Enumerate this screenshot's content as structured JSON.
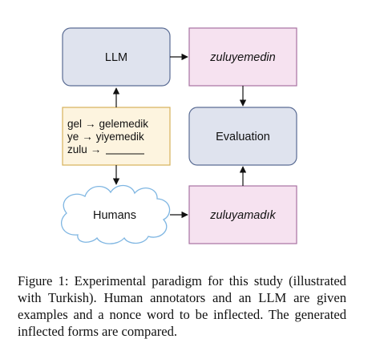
{
  "diagram": {
    "llm_label": "LLM",
    "llm_output": "zuluyemedin",
    "human_output": "zuluyamadık",
    "evaluation_label": "Evaluation",
    "humans_label": "Humans",
    "examples": [
      {
        "source": "gel",
        "target": "gelemedik"
      },
      {
        "source": "ye",
        "target": "yiyemedik"
      },
      {
        "source": "zulu",
        "target": ""
      }
    ],
    "arrow_glyph": "→",
    "colors": {
      "llm_fill": "#dfe3ee",
      "llm_stroke": "#5a6c94",
      "output_fill": "#f6e2f0",
      "output_stroke": "#a872a2",
      "examples_fill": "#fdf4df",
      "examples_stroke": "#d6b15a",
      "cloud_stroke": "#7fb6e2"
    }
  },
  "caption": {
    "label": "Figure 1:",
    "text": "Experimental paradigm for this study (illustrated with Turkish). Human annotators and an LLM are given examples and a nonce word to be inflected. The generated inflected forms are compared."
  }
}
